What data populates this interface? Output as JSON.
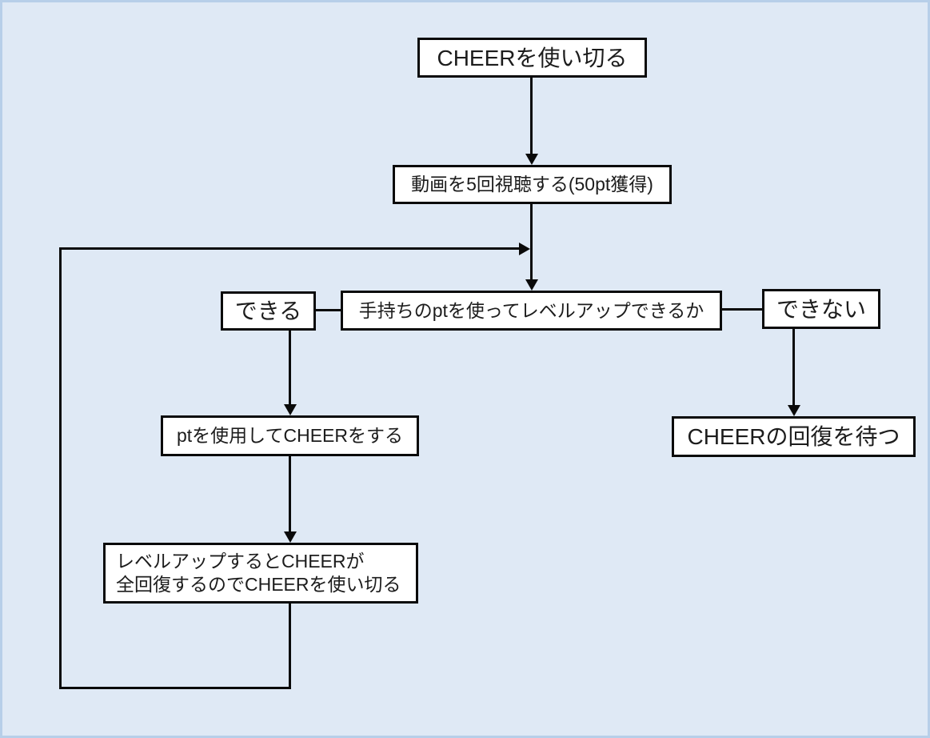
{
  "canvas": {
    "background_color": "#dfe9f5",
    "frame_color": "#b7cfe9",
    "box_fill_color": "#ffffff",
    "box_border_color": "#0a0a0a",
    "text_color": "#1c1c1c"
  },
  "flowchart": {
    "nodes": {
      "start": {
        "label": "CHEERを使い切る"
      },
      "watch": {
        "label": "動画を5回視聴する(50pt獲得)"
      },
      "decision": {
        "label": "手持ちのptを使ってレベルアップできるか"
      },
      "can": {
        "label": "できる"
      },
      "cannot": {
        "label": "できない"
      },
      "cheer": {
        "label": "ptを使用してCHEERをする"
      },
      "levelup": {
        "lines": [
          "レベルアップするとCHEERが",
          "全回復するのでCHEERを使い切る"
        ]
      },
      "wait": {
        "label": "CHEERの回復を待つ"
      }
    },
    "edges": [
      {
        "from": "start",
        "to": "watch",
        "style": "arrow"
      },
      {
        "from": "watch",
        "to": "decision",
        "style": "arrow"
      },
      {
        "from": "decision",
        "to": "can",
        "style": "line"
      },
      {
        "from": "decision",
        "to": "cannot",
        "style": "line"
      },
      {
        "from": "can",
        "to": "cheer",
        "style": "arrow"
      },
      {
        "from": "cheer",
        "to": "levelup",
        "style": "arrow"
      },
      {
        "from": "cannot",
        "to": "wait",
        "style": "arrow"
      },
      {
        "from": "levelup",
        "to": "decision",
        "style": "loop-arrow"
      }
    ]
  }
}
